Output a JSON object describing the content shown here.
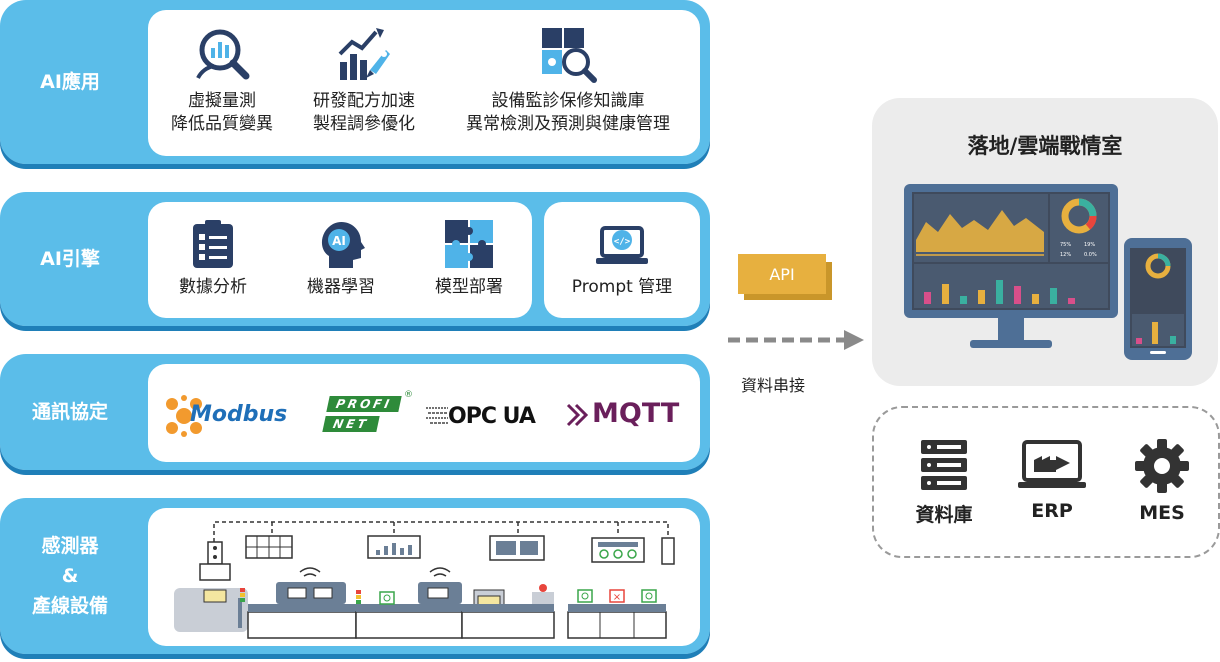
{
  "layers": [
    {
      "label": "AI應用",
      "items": [
        {
          "line1": "虛擬量測",
          "line2": "降低品質變異"
        },
        {
          "line1": "研發配方加速",
          "line2": "製程調參優化"
        },
        {
          "line1": "設備監診保修知識庫",
          "line2": "異常檢測及預測與健康管理"
        }
      ]
    },
    {
      "label": "AI引擎",
      "items": [
        {
          "text": "數據分析"
        },
        {
          "text": "機器學習"
        },
        {
          "text": "模型部署"
        },
        {
          "text": "Prompt 管理"
        }
      ]
    },
    {
      "label": "通訊協定",
      "protocols": [
        "Modbus",
        "PROFI",
        "NET",
        "OPC UA",
        "MQTT"
      ]
    },
    {
      "label_line1": "感測器",
      "label_line2": "&",
      "label_line3": "產線設備"
    }
  ],
  "api": {
    "label": "API",
    "link_label": "資料串接"
  },
  "war_room": {
    "title": "落地/雲端戰情室",
    "donut_legend": [
      "75%",
      "19%",
      "12%",
      "0.0%"
    ]
  },
  "systems": [
    {
      "label": "資料庫",
      "icon": "database-icon"
    },
    {
      "label": "ERP",
      "icon": "erp-icon"
    },
    {
      "label": "MES",
      "icon": "gear-icon"
    }
  ],
  "colors": {
    "layer_blue": "#5bbde9",
    "layer_shadow": "#1f7fb8",
    "icon_navy": "#2a3f66",
    "icon_light_blue": "#4fb3e8",
    "api_gold": "#e7b03f",
    "modbus_blue": "#1f6fb8",
    "profinet_green": "#2e8b3a",
    "mqtt_purple": "#6a1f5b"
  }
}
